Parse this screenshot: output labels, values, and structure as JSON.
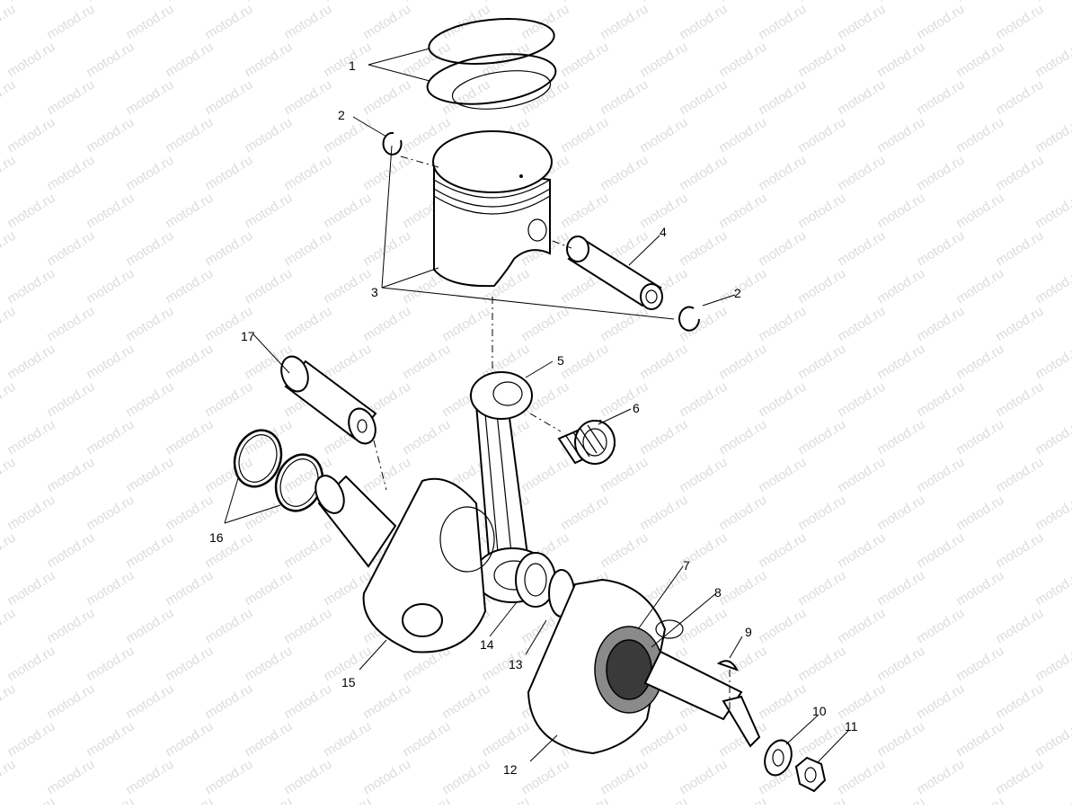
{
  "watermark": {
    "text": "motod.ru",
    "color": "#dcdcdc"
  },
  "callouts": [
    {
      "id": "1",
      "text": "1"
    },
    {
      "id": "2a",
      "text": "2"
    },
    {
      "id": "2b",
      "text": "2"
    },
    {
      "id": "3",
      "text": "3"
    },
    {
      "id": "4",
      "text": "4"
    },
    {
      "id": "5",
      "text": "5"
    },
    {
      "id": "6",
      "text": "6"
    },
    {
      "id": "7",
      "text": "7"
    },
    {
      "id": "8",
      "text": "8"
    },
    {
      "id": "9",
      "text": "9"
    },
    {
      "id": "10",
      "text": "10"
    },
    {
      "id": "11",
      "text": "11"
    },
    {
      "id": "12",
      "text": "12"
    },
    {
      "id": "13",
      "text": "13"
    },
    {
      "id": "14",
      "text": "14"
    },
    {
      "id": "15",
      "text": "15"
    },
    {
      "id": "16",
      "text": "16"
    },
    {
      "id": "17",
      "text": "17"
    }
  ]
}
